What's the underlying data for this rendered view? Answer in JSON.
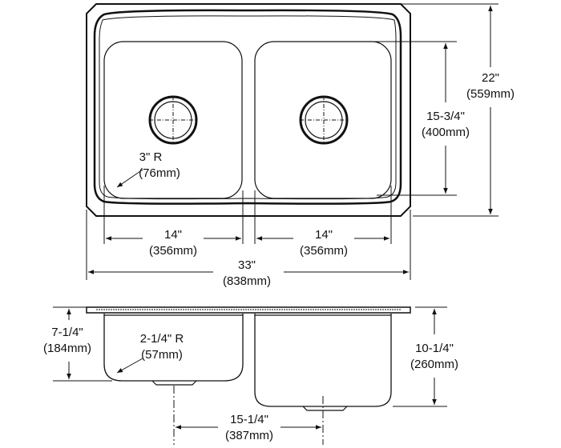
{
  "plan_view": {
    "corner_radius": {
      "line1": "3\" R",
      "line2": "(76mm)"
    },
    "left_bowl_width": {
      "line1": "14\"",
      "line2": "(356mm)"
    },
    "right_bowl_width": {
      "line1": "14\"",
      "line2": "(356mm)"
    },
    "overall_width": {
      "line1": "33\"",
      "line2": "(838mm)"
    },
    "bowl_length": {
      "line1": "15-3/4\"",
      "line2": "(400mm)"
    },
    "overall_length": {
      "line1": "22\"",
      "line2": "(559mm)"
    }
  },
  "section_view": {
    "left_depth": {
      "line1": "7-1/4\"",
      "line2": "(184mm)"
    },
    "bottom_radius": {
      "line1": "2-1/4\" R",
      "line2": "(57mm)"
    },
    "right_depth": {
      "line1": "10-1/4\"",
      "line2": "(260mm)"
    },
    "drain_spacing": {
      "line1": "15-1/4\"",
      "line2": "(387mm)"
    }
  }
}
